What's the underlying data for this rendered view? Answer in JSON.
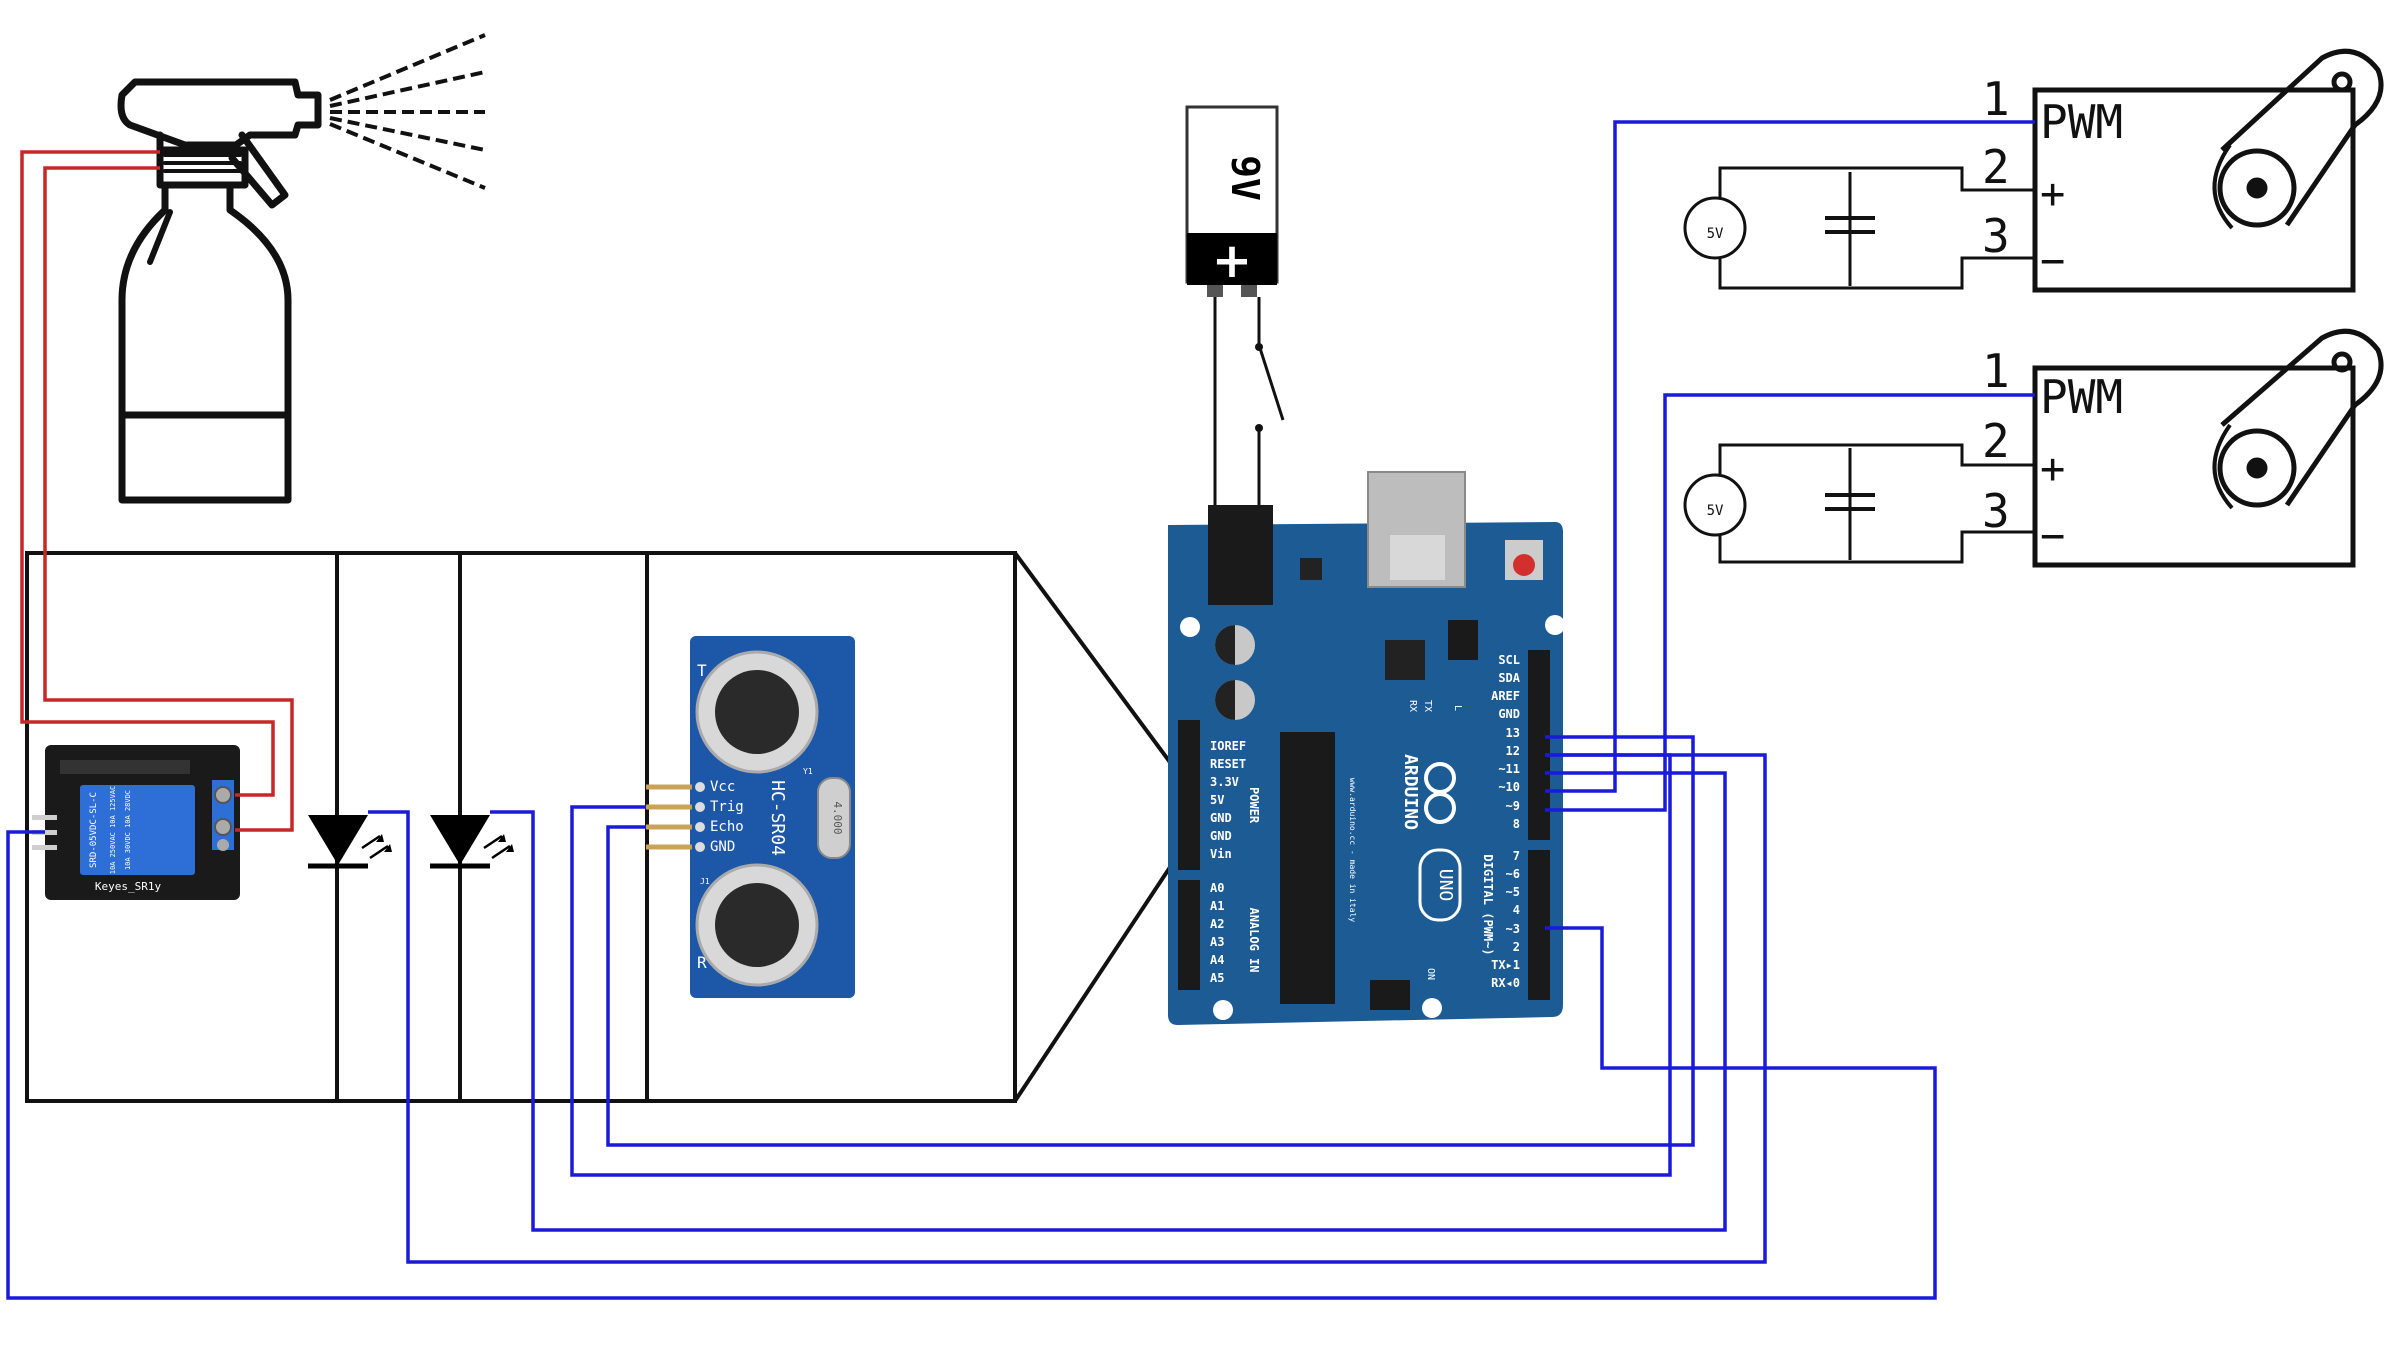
{
  "battery": {
    "voltage": "9V",
    "terminal": "+"
  },
  "arduino": {
    "brand": "ARDUINO",
    "model": "UNO",
    "website": "www.arduino.cc - made in italy",
    "on_label": "ON",
    "tx_label": "TX",
    "rx_label": "RX",
    "l_label": "L",
    "power_header_title": "POWER",
    "analog_header_title": "ANALOG IN",
    "digital_header_title": "DIGITAL (PWM~)",
    "power_pins": [
      "IOREF",
      "RESET",
      "3.3V",
      "5V",
      "GND",
      "GND",
      "Vin"
    ],
    "analog_pins": [
      "A0",
      "A1",
      "A2",
      "A3",
      "A4",
      "A5"
    ],
    "top_digital_pins": [
      "SCL",
      "SDA",
      "AREF",
      "GND",
      "13",
      "12",
      "~11",
      "~10",
      "~9",
      "8"
    ],
    "bottom_digital_pins": [
      "7",
      "~6",
      "~5",
      "4",
      "~3",
      "2",
      "TX▸1",
      "RX◂0"
    ]
  },
  "ultrasonic": {
    "model": "HC-SR04",
    "pins": [
      "Vcc",
      "Trig",
      "Echo",
      "GND"
    ],
    "t_label": "T",
    "r_label": "R",
    "crystal": "4.000",
    "y1": "Y1",
    "j1": "J1"
  },
  "relay": {
    "label": "Keyes_SR1y",
    "text_lines": [
      "SRD-05VDC-SL-C",
      "10A 250VAC 10A 125VAC",
      "10A 30VDC 10A 28VDC"
    ]
  },
  "servos": [
    {
      "pin1": "1",
      "pin2": "2",
      "pin3": "3",
      "signal": "PWM",
      "plus": "+",
      "minus": "−",
      "supply": "5V"
    },
    {
      "pin1": "1",
      "pin2": "2",
      "pin3": "3",
      "signal": "PWM",
      "plus": "+",
      "minus": "−",
      "supply": "5V"
    }
  ],
  "colors": {
    "wire_blue": "#1a1adb",
    "wire_red": "#c62828",
    "board_blue": "#1d5b94",
    "line_black": "#111111"
  }
}
